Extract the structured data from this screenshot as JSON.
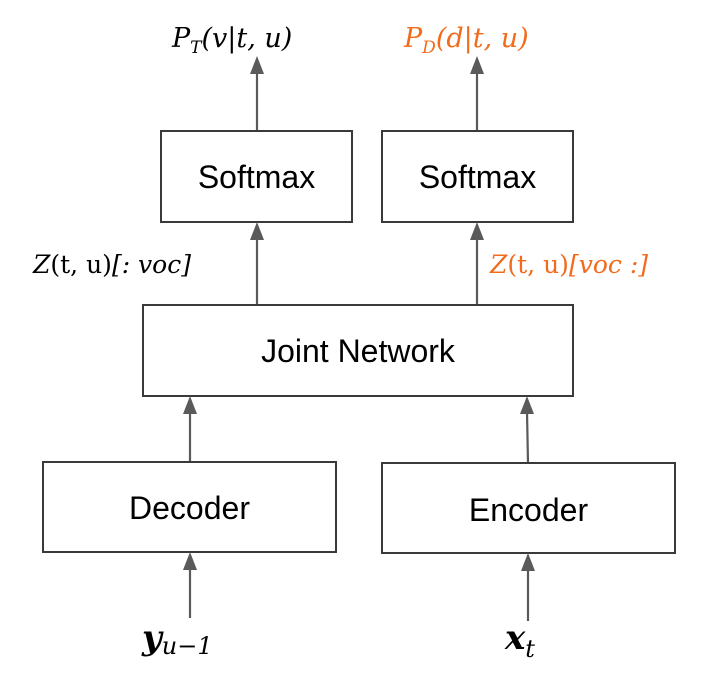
{
  "diagram": {
    "title": "Transducer joint network with two softmax heads",
    "accent_color": "#f26b1d",
    "text_color": "#000000",
    "boxes": {
      "softmax_left": "Softmax",
      "softmax_right": "Softmax",
      "joint": "Joint Network",
      "decoder": "Decoder",
      "encoder": "Encoder"
    },
    "outputs": {
      "left": {
        "P": "P",
        "sub": "T",
        "args": "(v|t, u)"
      },
      "right": {
        "P": "P",
        "sub": "D",
        "args": "(d|t, u)"
      }
    },
    "joint_outputs": {
      "left": {
        "Z": "Z",
        "args": "(t, u)",
        "slice": "[: voc]"
      },
      "right": {
        "Z": "Z",
        "args": "(t, u)",
        "slice": "[voc :]"
      }
    },
    "inputs": {
      "decoder": {
        "base": "y",
        "sub": "u−1"
      },
      "encoder": {
        "base": "x",
        "sub": "t"
      }
    }
  }
}
